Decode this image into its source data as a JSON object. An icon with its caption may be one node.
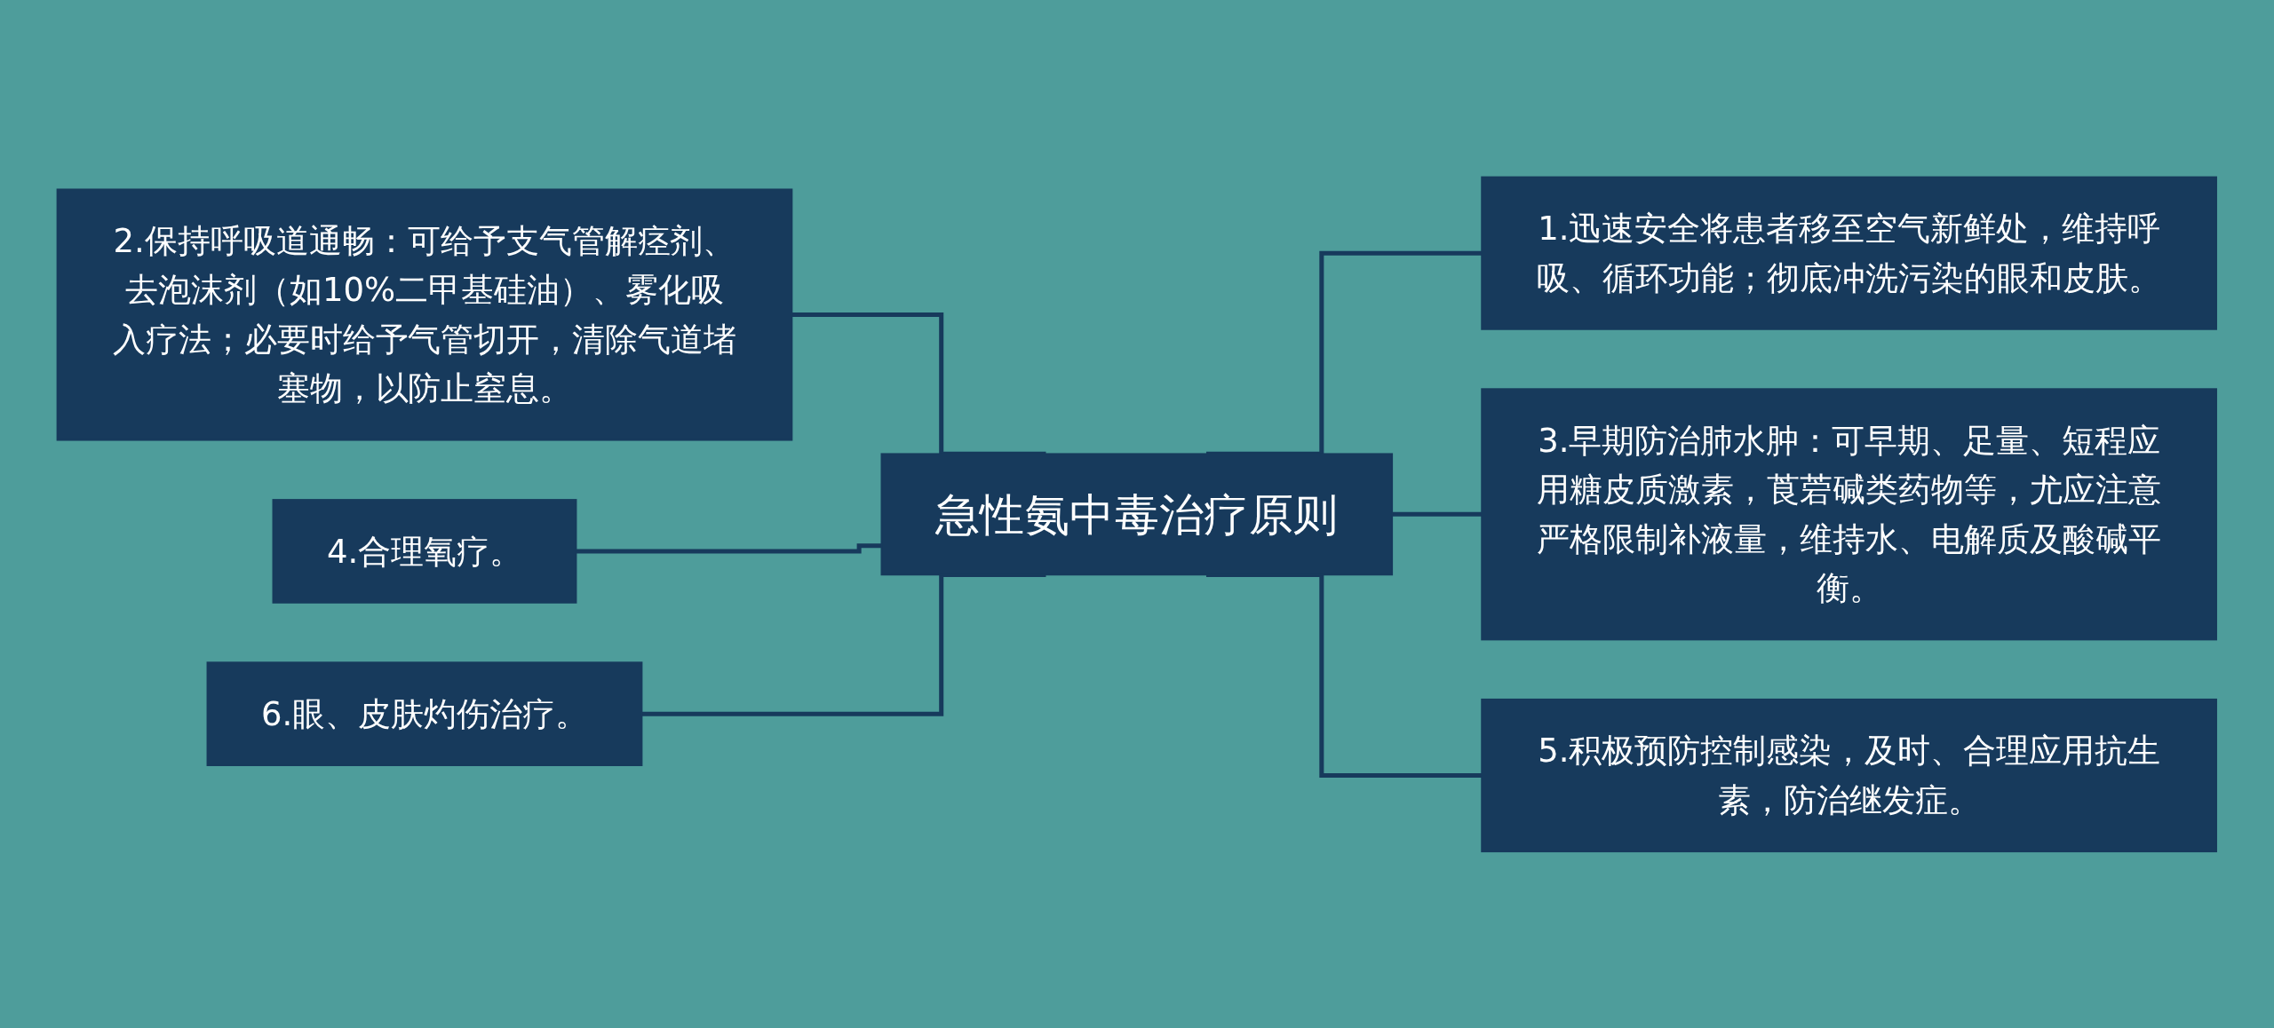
{
  "diagram": {
    "nodes": [
      {
        "text": [
          "急性氨中毒治疗原则"
        ]
      },
      {
        "text": [
          "1.迅速安全将患者移至空气新鲜处，维持呼吸、循环功能；彻底冲洗污染的眼和皮肤。"
        ]
      },
      {
        "text": [
          "2.保持呼吸道通畅：可给予支气管解痉剂、去泡沫剂（如10%二甲基硅油）、雾化吸入疗法；必要时给予气管切开，清除气道堵塞物，以防止窒息。"
        ]
      },
      {
        "text": [
          "3.早期防治肺水肿：可早期、足量、短程应用糖皮质激素，莨菪碱类药物等，尤应注意严格限制补液量，维持水、电解质及酸碱平衡。"
        ]
      },
      {
        "text": [
          "4.合理氧疗。"
        ]
      },
      {
        "text": [
          "5.积极预防控制感染，及时、合理应用抗生素，防治继发症。"
        ]
      },
      {
        "text": [
          "6.眼、皮肤灼伤治疗。"
        ]
      }
    ],
    "edges": [
      {
        "from": 0,
        "to": 1,
        "arrow": "none"
      },
      {
        "from": 0,
        "to": 2,
        "arrow": "none"
      },
      {
        "from": 0,
        "to": 3,
        "arrow": "none"
      },
      {
        "from": 0,
        "to": 4,
        "arrow": "none"
      },
      {
        "from": 0,
        "to": 5,
        "arrow": "none"
      },
      {
        "from": 0,
        "to": 6,
        "arrow": "none"
      }
    ]
  }
}
